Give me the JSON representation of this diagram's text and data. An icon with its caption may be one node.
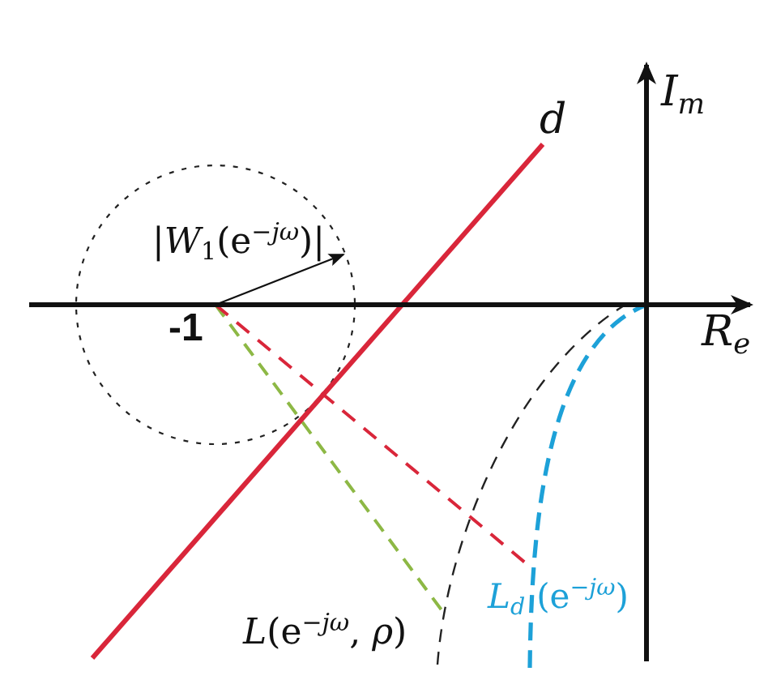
{
  "diagram": {
    "labels": [
      "I$_{m}$",
      "d",
      "|*W*$_{1}$(e$^{−jω}$)|",
      "-1",
      "R$_{e}$",
      "*L*$_{d}$(e$^{−jω}$)",
      "*L*(e$^{−jω}$, *ρ*)"
    ]
  }
}
